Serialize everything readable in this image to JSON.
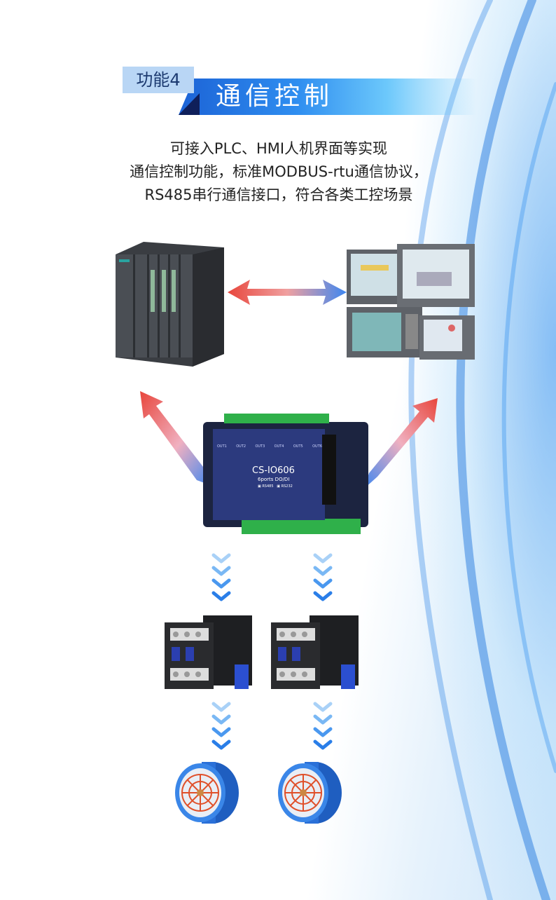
{
  "header": {
    "tag": "功能4",
    "title": "通信控制"
  },
  "description": {
    "lines": [
      "可接入PLC、HMI人机界面等实现",
      "通信控制功能，标准MODBUS-rtu通信协议，",
      "RS485串行通信接口，符合各类工控场景"
    ]
  },
  "device": {
    "model": "CS-IO606",
    "subtitle": "6ports DO/DI",
    "checks": [
      "RS485",
      "RS232"
    ],
    "outputs": [
      "OUT1",
      "OUT2",
      "OUT3",
      "OUT4",
      "OUT5",
      "OUT6"
    ]
  },
  "colors": {
    "accent": "#2f8ef0",
    "dark": "#0f1f5a",
    "arrow_red": "#e8463c",
    "arrow_blue": "#3d86f0"
  }
}
